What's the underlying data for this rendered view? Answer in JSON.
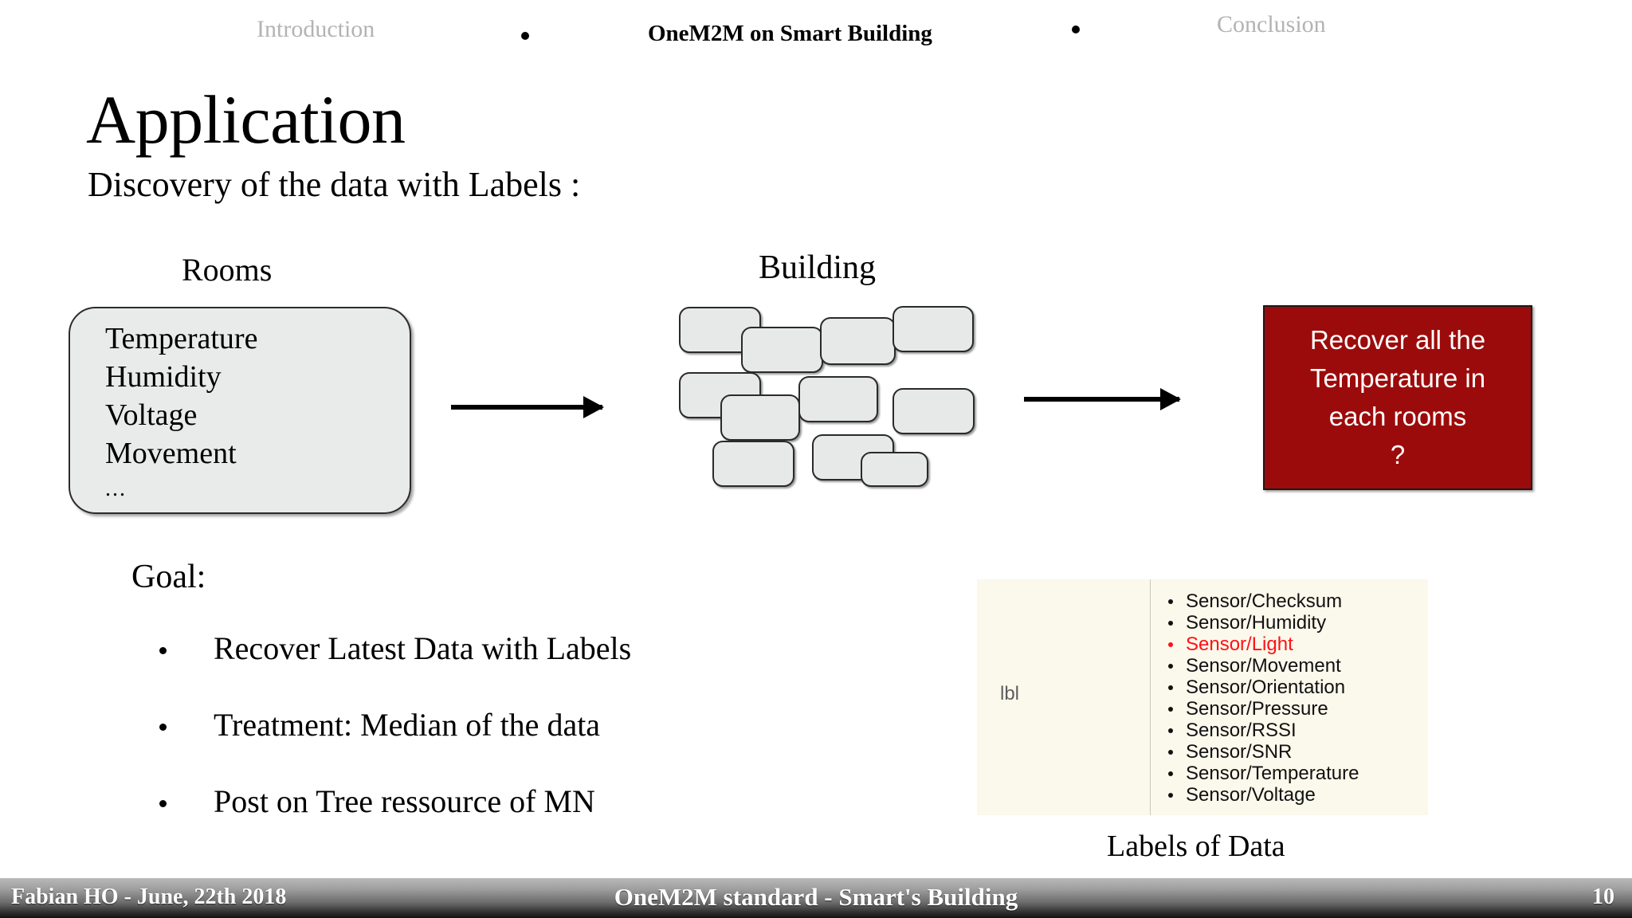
{
  "nav": {
    "items": [
      {
        "label": "Introduction",
        "active": false
      },
      {
        "label": "OneM2M on Smart Building",
        "active": true
      },
      {
        "label": "Conclusion",
        "active": false
      }
    ]
  },
  "slide": {
    "title": "Application",
    "subtitle": "Discovery of the data with Labels :"
  },
  "rooms": {
    "heading": "Rooms",
    "items": [
      "Temperature",
      "Humidity",
      "Voltage",
      "Movement"
    ],
    "ellipsis": "..."
  },
  "building": {
    "heading": "Building"
  },
  "question_box": {
    "text": "Recover all the\nTemperature in\neach rooms\n?",
    "background": "#9c0b0b",
    "text_color": "#ffffff"
  },
  "goal": {
    "heading": "Goal:",
    "items": [
      "Recover Latest Data with Labels",
      "Treatment: Median of the data",
      "Post on Tree ressource of MN"
    ]
  },
  "labels_panel": {
    "left_cell": "lbl",
    "caption": "Labels of Data",
    "highlight_color": "#fc1313",
    "items": [
      {
        "text": "Sensor/Checksum",
        "highlighted": false
      },
      {
        "text": "Sensor/Humidity",
        "highlighted": false
      },
      {
        "text": "Sensor/Light",
        "highlighted": true
      },
      {
        "text": "Sensor/Movement",
        "highlighted": false
      },
      {
        "text": "Sensor/Orientation",
        "highlighted": false
      },
      {
        "text": "Sensor/Pressure",
        "highlighted": false
      },
      {
        "text": "Sensor/RSSI",
        "highlighted": false
      },
      {
        "text": "Sensor/SNR",
        "highlighted": false
      },
      {
        "text": "Sensor/Temperature",
        "highlighted": false
      },
      {
        "text": "Sensor/Voltage",
        "highlighted": false
      }
    ]
  },
  "footer": {
    "left": "Fabian HO  -  June, 22th  2018",
    "center": "OneM2M standard - Smart's Building",
    "page_number": "10"
  }
}
